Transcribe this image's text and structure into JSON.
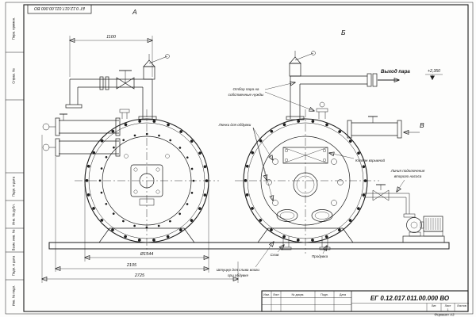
{
  "frame": {
    "stamp_top": "ЕГ 0.12.017.011.00.000 ВО",
    "format_note": "Формат А3",
    "side_labels": [
      "Перв. примен.",
      "Справ. №",
      "Подп. и дата",
      "Инв. № дубл.",
      "Взам. инв. №",
      "Подп. и дата",
      "Инв. № подл."
    ]
  },
  "views": {
    "a": "А",
    "b": "Б",
    "v": "В"
  },
  "callouts": {
    "steam_outlet": "Выход пара",
    "elevation": "+2,350",
    "own_needs_line1": "Отбор пара на",
    "own_needs_line2": "собственные нужды",
    "hatches": "Лючки для обдувки",
    "explosion_valve": "Клапан взрывной",
    "second_pump_line1": "Линия подключения",
    "second_pump_line2": "второго насоса",
    "drain": "Слив",
    "blowdown": "Продувка",
    "moisture_line1": "Штуцер для слива влаги",
    "moisture_line2": "при обдувке"
  },
  "dimensions": {
    "top_span": "1100",
    "diameter": "Ø1544",
    "mid_span": "2105",
    "total_span": "2725"
  },
  "titleblock": {
    "doc_number": "ЕГ 0.12.017.011.00.000 ВО",
    "col_izm": "Изм.",
    "col_list": "Лист",
    "col_doc": "№ докум.",
    "col_sign": "Подп.",
    "col_date": "Дата",
    "lit_label": "Лит.",
    "sheet_label": "Лист",
    "sheets_label": "Листов",
    "sheet_value": "1"
  }
}
